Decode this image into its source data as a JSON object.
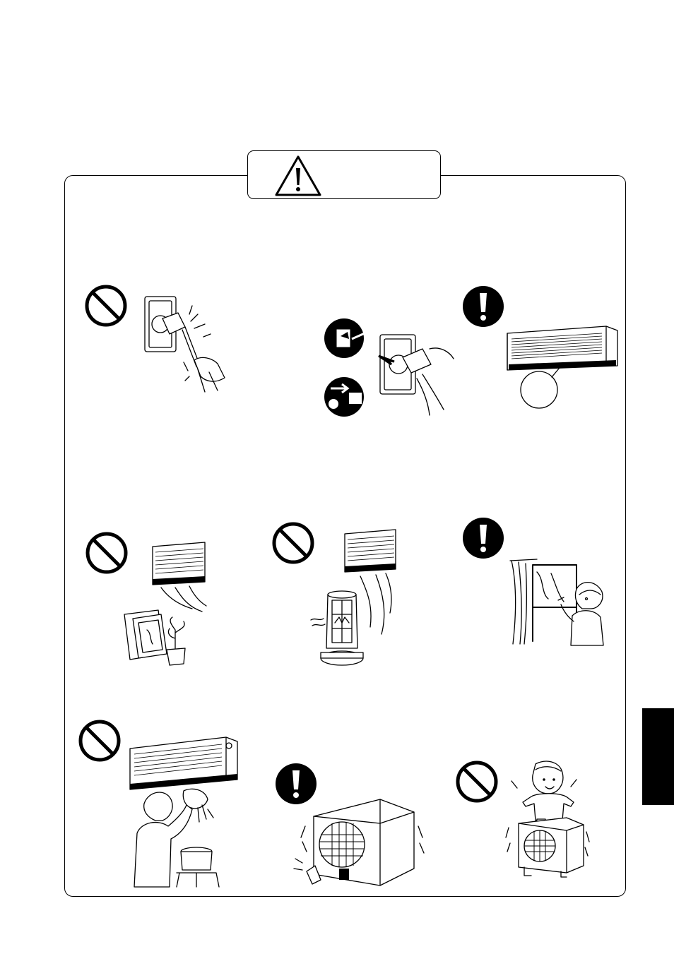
{
  "page": {
    "background": "#ffffff",
    "line_color": "#000000"
  },
  "header": {
    "icon": "warning-triangle-icon"
  },
  "side_tab": {
    "color": "#000000"
  },
  "panels": [
    {
      "id": "unplug-by-cord",
      "symbol": "prohibition-icon",
      "illustration": "pulling-plug-by-cord"
    },
    {
      "id": "power-off-unplug",
      "symbol": "none",
      "illustration": "switch-off-and-unplug"
    },
    {
      "id": "grounding",
      "symbol": "mandatory-icon",
      "illustration": "indoor-unit-ground-check"
    },
    {
      "id": "airflow-on-objects",
      "symbol": "prohibition-icon",
      "illustration": "airflow-on-plants-and-pictures"
    },
    {
      "id": "airflow-on-heater",
      "symbol": "prohibition-icon",
      "illustration": "airflow-on-heater"
    },
    {
      "id": "ventilate-room",
      "symbol": "mandatory-icon",
      "illustration": "opening-window"
    },
    {
      "id": "no-wet-cleaning",
      "symbol": "prohibition-icon",
      "illustration": "washing-unit-with-water"
    },
    {
      "id": "outdoor-mounting",
      "symbol": "mandatory-icon",
      "illustration": "outdoor-unit-stable-base"
    },
    {
      "id": "no-sitting-on-unit",
      "symbol": "prohibition-icon",
      "illustration": "child-sitting-on-outdoor-unit"
    }
  ]
}
